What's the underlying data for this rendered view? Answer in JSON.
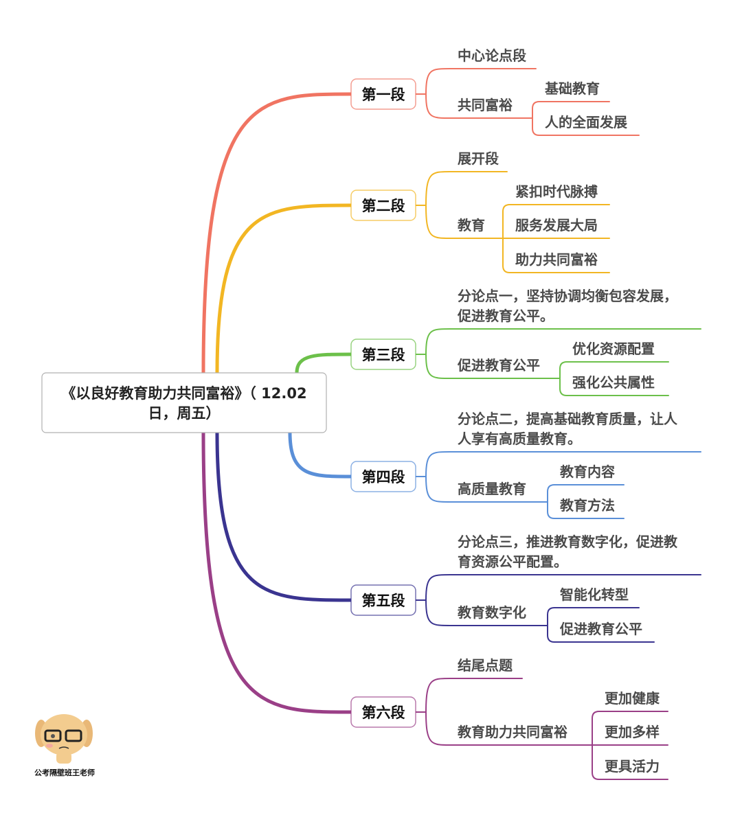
{
  "root": {
    "title_lines": [
      "《以良好教育助力共同富裕》（ 12.02",
      "日，周五）"
    ]
  },
  "sections": [
    {
      "label": "第一段",
      "color": "#f07462",
      "topics": [
        {
          "lines": [
            "中心论点段"
          ]
        },
        {
          "lines": [
            "共同富裕"
          ],
          "children": [
            "基础教育",
            "人的全面发展"
          ]
        }
      ]
    },
    {
      "label": "第二段",
      "color": "#f2b623",
      "topics": [
        {
          "lines": [
            "展开段"
          ]
        },
        {
          "lines": [
            "教育"
          ],
          "children": [
            "紧扣时代脉搏",
            "服务发展大局",
            "助力共同富裕"
          ]
        }
      ]
    },
    {
      "label": "第三段",
      "color": "#6cc04a",
      "topics": [
        {
          "lines": [
            "分论点一，坚持协调均衡包容发展，",
            "促进教育公平。"
          ]
        },
        {
          "lines": [
            "促进教育公平"
          ],
          "children": [
            "优化资源配置",
            "强化公共属性"
          ]
        }
      ]
    },
    {
      "label": "第四段",
      "color": "#5a8fd8",
      "topics": [
        {
          "lines": [
            "分论点二，提高基础教育质量，让人",
            "人享有高质量教育。"
          ]
        },
        {
          "lines": [
            "高质量教育"
          ],
          "children": [
            "教育内容",
            "教育方法"
          ]
        }
      ]
    },
    {
      "label": "第五段",
      "color": "#3a3490",
      "topics": [
        {
          "lines": [
            "分论点三，推进教育数字化，促进教",
            "育资源公平配置。"
          ]
        },
        {
          "lines": [
            "教育数字化"
          ],
          "children": [
            "智能化转型",
            "促进教育公平"
          ]
        }
      ]
    },
    {
      "label": "第六段",
      "color": "#9a3f87",
      "topics": [
        {
          "lines": [
            "结尾点题"
          ]
        },
        {
          "lines": [
            "教育助力共同富裕"
          ],
          "children": [
            "更加健康",
            "更加多样",
            "更具活力"
          ]
        }
      ]
    }
  ],
  "watermark": "公考隔壁班王老师"
}
